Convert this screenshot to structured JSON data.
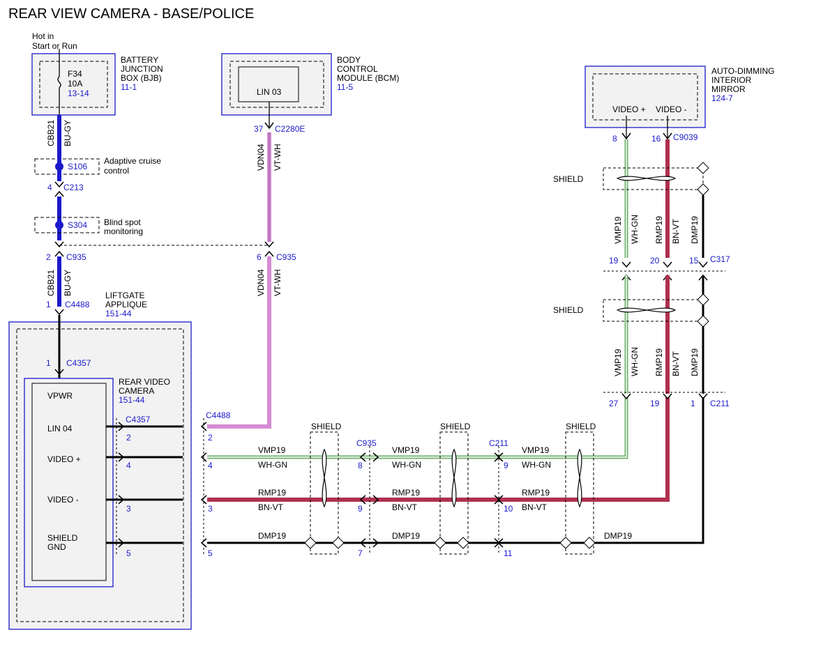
{
  "title": "REAR VIEW CAMERA - BASE/POLICE",
  "colors": {
    "component_border": "#1a1acc",
    "ref_text": "#1a1acc",
    "wire_bu_gy": "#1a1acc",
    "wire_vt_wh": "#d58bd3",
    "wire_wh_gn": "#6fb06f",
    "wire_bn_vt": "#b03050",
    "wire_black": "#000000",
    "box_fill": "#f2f2f2"
  },
  "power_note": {
    "line1": "Hot in",
    "line2": "Start or Run"
  },
  "bjb": {
    "name_line1": "BATTERY",
    "name_line2": "JUNCTION",
    "name_line3": "BOX (BJB)",
    "ref": "11-1",
    "fuse": "F34",
    "fuse_rating": "10A",
    "fuse_ref": "13-14"
  },
  "bcm": {
    "name_line1": "BODY",
    "name_line2": "CONTROL",
    "name_line3": "MODULE (BCM)",
    "ref": "11-5",
    "pin_label": "LIN 03",
    "pin": "37",
    "connector": "C2280E"
  },
  "mirror": {
    "name_line1": "AUTO-DIMMING",
    "name_line2": "INTERIOR",
    "name_line3": "MIRROR",
    "ref": "124-7",
    "pin_video_plus": "VIDEO +",
    "pin_video_minus": "VIDEO -",
    "pin8": "8",
    "pin16": "16",
    "connector": "C9039"
  },
  "splices": {
    "s106": "S106",
    "s106_label1": "Adaptive cruise",
    "s106_label2": "control",
    "s304": "S304",
    "s304_label1": "Blind spot",
    "s304_label2": "monitoring"
  },
  "feed_wire": {
    "circuit": "CBB21",
    "color": "BU-GY"
  },
  "lin_wire": {
    "circuit": "VDN04",
    "color": "VT-WH"
  },
  "connectors": {
    "c213_pin": "4",
    "c213": "C213",
    "c935_left_pin": "2",
    "c935_left": "C935",
    "c935_mid_pin": "6",
    "c935_mid": "C935",
    "c4488_top_pin": "1",
    "c4488_top": "C4488",
    "c4357_top_pin": "1",
    "c4357_top": "C4357",
    "c4357": "C4357",
    "c4488": "C4488",
    "c935_bottom": "C935",
    "c211_bottom": "C211",
    "c317": "C317",
    "c211_right": "C211"
  },
  "liftgate": {
    "name_line1": "LIFTGATE",
    "name_line2": "APPLIQUE",
    "ref": "151-44"
  },
  "camera": {
    "name_line1": "REAR VIDEO",
    "name_line2": "CAMERA",
    "ref": "151-44",
    "pins": [
      "VPWR",
      "LIN 04",
      "VIDEO +",
      "VIDEO -",
      "SHIELD",
      "GND"
    ]
  },
  "pins": {
    "c4357_lin": "2",
    "c4357_vplus": "4",
    "c4357_vminus": "3",
    "c4357_shield": "5",
    "c4488_lin": "2",
    "c4488_vplus": "4",
    "c4488_vminus": "3",
    "c4488_shield": "5",
    "c935_vplus": "8",
    "c935_vminus": "9",
    "c935_shield": "7",
    "c211_vplus": "9",
    "c211_vminus": "10",
    "c211_shield": "11",
    "c317_vmp": "19",
    "c317_rmp": "20",
    "c317_dmp": "15",
    "c211r_vmp": "27",
    "c211r_rmp": "19",
    "c211r_dmp": "1"
  },
  "shield_label": "SHIELD",
  "video_pos_wire": {
    "circuit": "VMP19",
    "color": "WH-GN"
  },
  "video_neg_wire": {
    "circuit": "RMP19",
    "color": "BN-VT"
  },
  "drain_wire": {
    "circuit": "DMP19"
  }
}
